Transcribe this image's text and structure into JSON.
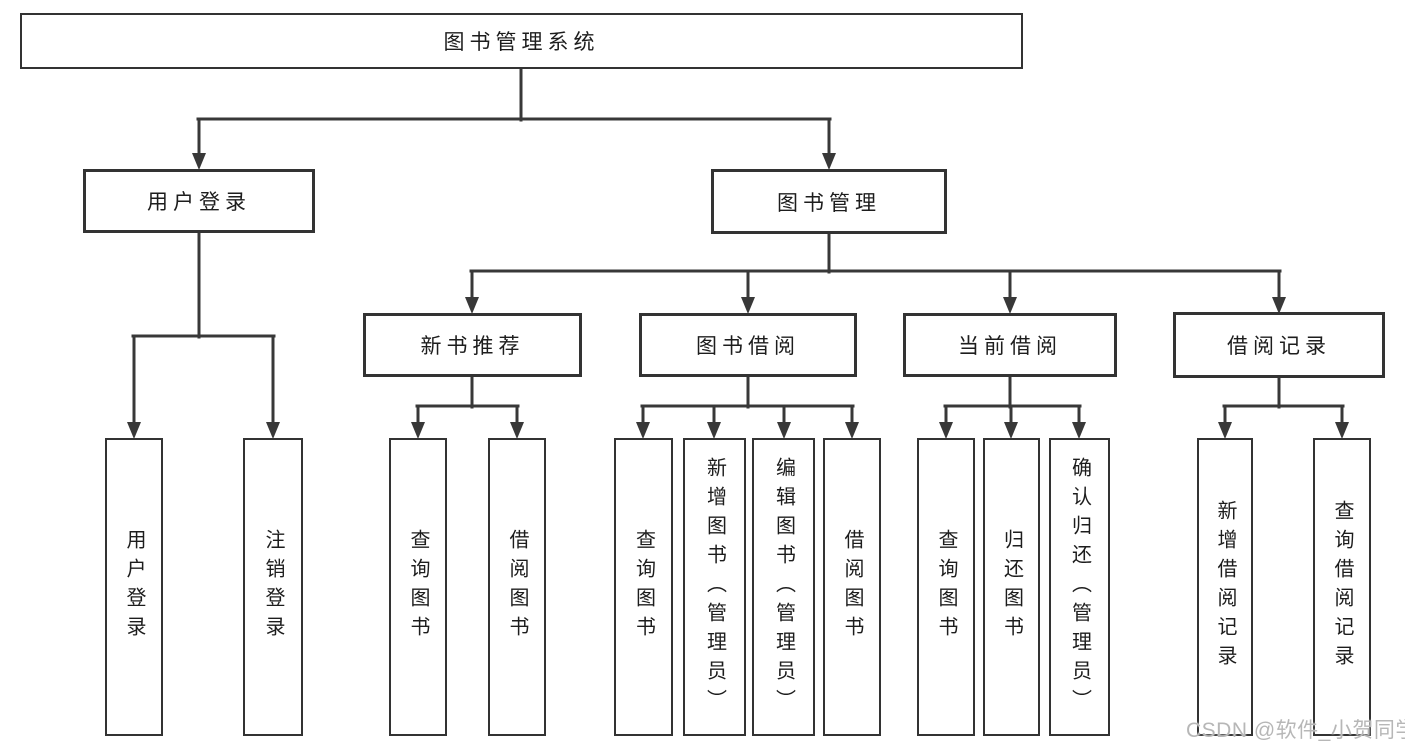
{
  "title": "图书管理系统",
  "level2": {
    "left": "用户登录",
    "right": "图书管理"
  },
  "level3": [
    "新书推荐",
    "图书借阅",
    "当前借阅",
    "借阅记录"
  ],
  "leaves": {
    "login": [
      "用户登录",
      "注销登录"
    ],
    "recommend": [
      "查询图书",
      "借阅图书"
    ],
    "borrow": [
      "查询图书",
      "新增图书（管理员）",
      "编辑图书（管理员）",
      "借阅图书"
    ],
    "current": [
      "查询图书",
      "归还图书",
      "确认归还（管理员）"
    ],
    "records": [
      "新增借阅记录",
      "查询借阅记录"
    ]
  },
  "watermark": "CSDN @软件_小贺同学",
  "colors": {
    "line": "#383838",
    "border": "#333333",
    "text": "#1d1d1d",
    "watermark": "#b7b7b7",
    "background": "#ffffff"
  }
}
